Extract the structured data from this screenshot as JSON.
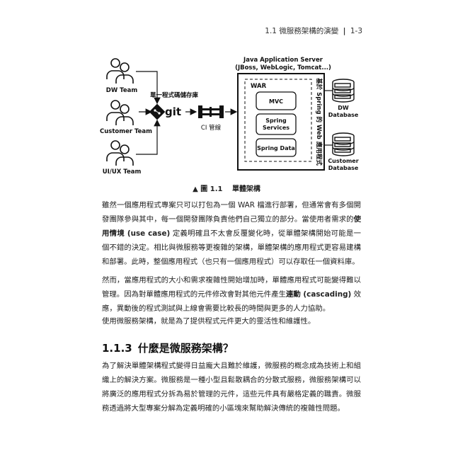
{
  "header": {
    "section_no": "1.1",
    "section_title": "微服務架構的演變",
    "page_no": "1-3"
  },
  "figure": {
    "teams": [
      "DW Team",
      "Customer Team",
      "UI/UX Team"
    ],
    "repo_label": "單一程式碼儲存庫",
    "git_label": "git",
    "ci_label": "CI 管線",
    "server_title": "Java Application Server",
    "server_subtitle": "(JBoss, WebLogic, Tomcat...)",
    "war_label": "WAR",
    "modules": [
      "MVC",
      "Spring Services",
      "Spring Data"
    ],
    "vertical_label": "基於 Spring 的 Web 應用程式",
    "databases": [
      "DW Database",
      "Customer Database"
    ],
    "caption_marker": "▲",
    "caption_num": "圖 1.1",
    "caption_text": "單體架構"
  },
  "paragraphs": {
    "p1a": "雖然一個應用程式專案只可以打包為一個 WAR 檔進行部署，但通常會有多個開發團隊參與其中，每一個開發團隊負責他們自己獨立的部分。當使用者需求的",
    "p1b": "使用情境 (use case)",
    "p1c": "定義明確且不太會反覆變化時，從單體架構開始可能是一個不錯的決定。相比與微服務等更複雜的架構，單體架構的應用程式更容易建構和部署。此時，整個應用程式（也只有一個應用程式）可以存取任一個資料庫。",
    "p2a": "然而，當應用程式的大小和需求複雜性開始增加時，單體應用程式可能變得難以管理。因為對單體應用程式的元件修改會對其他元件產生",
    "p2b": "連動 (cascading)",
    "p2c": "效應，異動後的程式測試與上線會需要比較長的時間與更多的人力協助。",
    "p3": "使用微服務架構，就是為了提供程式元件更大的靈活性和維護性。",
    "p4": "為了解決單體架構程式變得日益龐大且難於維護，微服務的概念成為技術上和組織上的解決方案。微服務是一種小型且鬆散耦合的分散式服務，微服務架構可以將廣泛的應用程式分拆為易於管理的元件，這些元件具有嚴格定義的職責。微服務透過將大型專案分解為定義明確的小區塊來幫助解決傳統的複雜性問題。"
  },
  "section": {
    "number": "1.1.3",
    "title": "什麼是微服務架構？"
  }
}
